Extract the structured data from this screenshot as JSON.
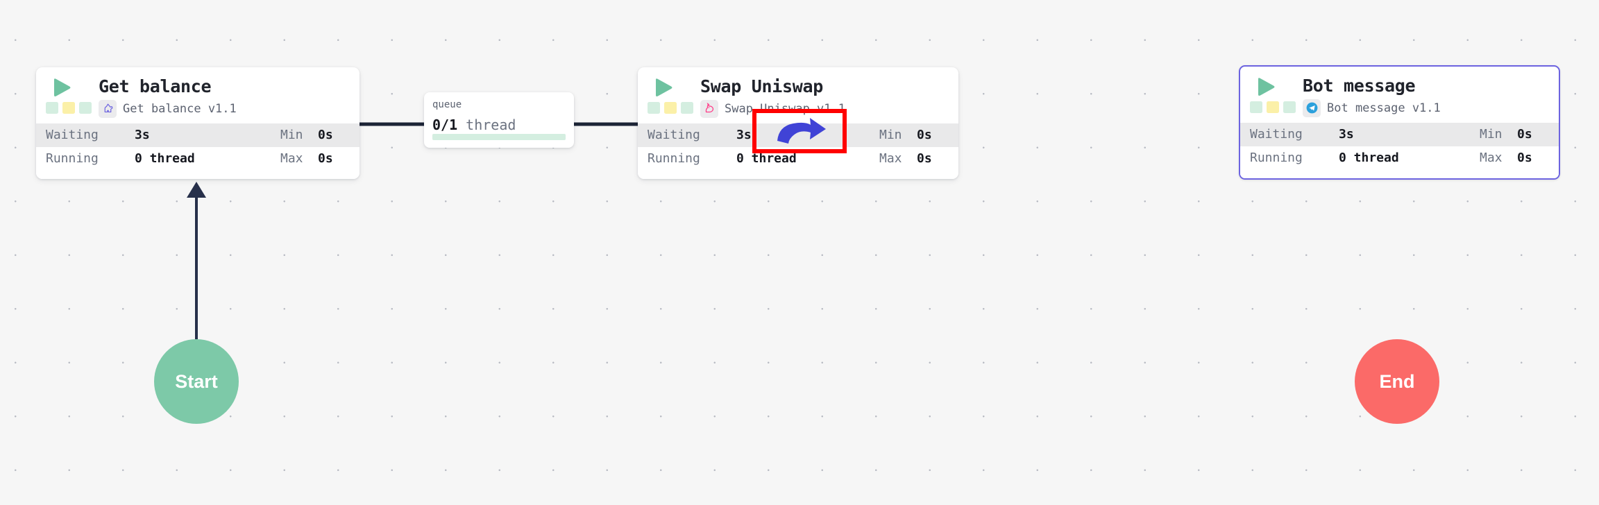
{
  "canvas": {
    "background_color": "#f6f6f6",
    "grid_dot_color": "#b9bcc4"
  },
  "stat_labels": {
    "waiting": "Waiting",
    "running": "Running",
    "min": "Min",
    "max": "Max"
  },
  "nodes": [
    {
      "id": "get-balance",
      "title": "Get balance",
      "subtitle": "Get balance v1.1",
      "icon": "ethereum-icon",
      "icon_color": "#6c63e0",
      "play_icon": "play-triangle-icon",
      "play_color": "#6ec2a0",
      "chips": [
        "#d4eee0",
        "#fbf0a8",
        "#d4eee0"
      ],
      "selected": false,
      "stats": {
        "waiting_value": "3s",
        "min_value": "0s",
        "running_value": "0 thread",
        "max_value": "0s"
      }
    },
    {
      "id": "swap-uniswap",
      "title": "Swap Uniswap",
      "subtitle": "Swap Uniswap v1.1",
      "icon": "uniswap-unicorn-icon",
      "icon_color": "#ff3b87",
      "play_icon": "play-triangle-icon",
      "play_color": "#6ec2a0",
      "chips": [
        "#d4eee0",
        "#fbf0a8",
        "#d4eee0"
      ],
      "selected": false,
      "stats": {
        "waiting_value": "3s",
        "min_value": "0s",
        "running_value": "0 thread",
        "max_value": "0s"
      }
    },
    {
      "id": "bot-message",
      "title": "Bot message",
      "subtitle": "Bot message v1.1",
      "icon": "telegram-icon",
      "icon_color": "#2ba0dc",
      "play_icon": "play-triangle-icon",
      "play_color": "#6ec2a0",
      "chips": [
        "#d4eee0",
        "#fbf0a8",
        "#d4eee0"
      ],
      "selected": true,
      "selected_border_color": "#6c63e0",
      "stats": {
        "waiting_value": "3s",
        "min_value": "0s",
        "running_value": "0 thread",
        "max_value": "0s"
      }
    }
  ],
  "queue": {
    "label": "queue",
    "count": "0/1",
    "unit": "thread",
    "bar_color": "#d4eee0"
  },
  "terminals": {
    "start": {
      "label": "Start",
      "color": "#7dc9a8"
    },
    "end": {
      "label": "End",
      "color": "#fb6a68"
    }
  },
  "annotation": {
    "highlight_box_color": "#ff0000",
    "arrow_color": "#4043d6",
    "arrow_direction": "right"
  }
}
